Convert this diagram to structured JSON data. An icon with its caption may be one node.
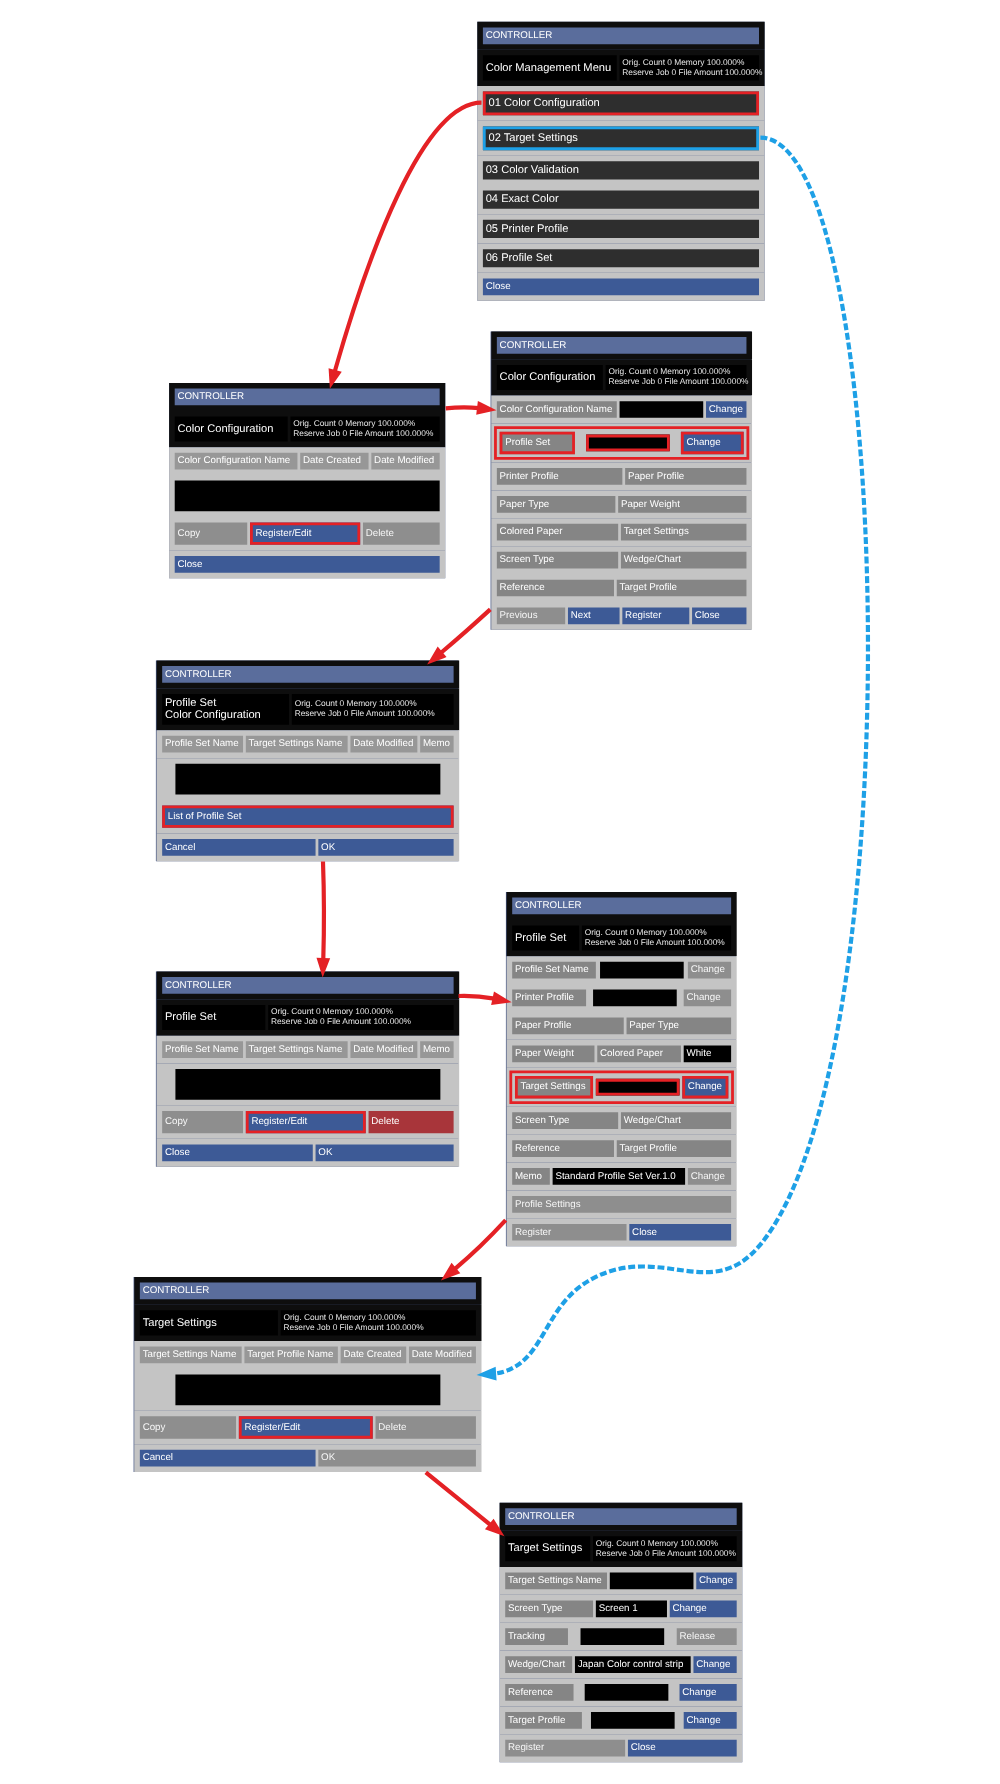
{
  "diagram": {
    "nodes": [
      {
        "text": [
          "CONTROLLER",
          "Color Management Menu",
          "Orig. Count 0 Memory 100.000%",
          "Reserve Job 0 File Amount 100.000%",
          "01 Color Configuration",
          "02 Target Settings",
          "03 Color Validation",
          "04 Exact Color",
          "05 Printer Profile",
          "06 Profile Set",
          "Close"
        ]
      },
      {
        "text": [
          "CONTROLLER",
          "Color Configuration",
          "Orig. Count 0 Memory 100.000%",
          "Reserve Job 0 File Amount 100.000%",
          "Color Configuration Name",
          "Date Created",
          "Date Modified",
          "Copy",
          "Register/Edit",
          "Delete",
          "Close"
        ]
      },
      {
        "text": [
          "CONTROLLER",
          "Color Configuration",
          "Orig. Count 0 Memory 100.000%",
          "Reserve Job 0 File Amount 100.000%",
          "Color Configuration Name",
          "Change",
          "Profile Set",
          "Change",
          "Printer Profile",
          "Paper Profile",
          "Paper Type",
          "Paper Weight",
          "Colored Paper",
          "Target Settings",
          "Screen Type",
          "Wedge/Chart",
          "Reference",
          "Target Profile",
          "Previous",
          "Next",
          "Register",
          "Close"
        ]
      },
      {
        "text": [
          "CONTROLLER",
          "Profile Set",
          "Color Configuration",
          "Orig. Count 0 Memory 100.000%",
          "Reserve Job 0 File Amount 100.000%",
          "Profile Set Name",
          "Target Settings Name",
          "Date Modified",
          "Memo",
          "List of Profile Set",
          "Cancel",
          "OK"
        ]
      },
      {
        "text": [
          "CONTROLLER",
          "Profile Set",
          "Orig. Count 0 Memory 100.000%",
          "Reserve Job 0 File Amount 100.000%",
          "Profile Set Name",
          "Target Settings Name",
          "Date Modified",
          "Memo",
          "Copy",
          "Register/Edit",
          "Delete",
          "Close",
          "OK"
        ]
      },
      {
        "text": [
          "CONTROLLER",
          "Profile Set",
          "Orig. Count 0 Memory 100.000%",
          "Reserve Job 0 File Amount 100.000%",
          "Profile Set Name",
          "Change",
          "Printer Profile",
          "Change",
          "Paper Profile",
          "Paper Type",
          "Paper Weight",
          "Colored Paper",
          "White",
          "Target Settings",
          "Change",
          "Screen Type",
          "Wedge/Chart",
          "Reference",
          "Target Profile",
          "Memo",
          "Standard Profile Set Ver.1.0",
          "Change",
          "Profile Settings",
          "Register",
          "Close"
        ]
      },
      {
        "text": [
          "CONTROLLER",
          "Target Settings",
          "Orig. Count 0 Memory 100.000%",
          "Reserve Job 0 File Amount 100.000%",
          "Target Settings Name",
          "Target Profile Name",
          "Date Created",
          "Date Modified",
          "Copy",
          "Register/Edit",
          "Delete",
          "Cancel",
          "OK"
        ]
      },
      {
        "text": [
          "CONTROLLER",
          "Target Settings",
          "Orig. Count 0 Memory 100.000%",
          "Reserve Job 0 File Amount 100.000%",
          "Target Settings Name",
          "Change",
          "Screen Type",
          "Screen 1",
          "Change",
          "Tracking",
          "Release",
          "Wedge/Chart",
          "Japan Color control strip",
          "Change",
          "Reference",
          "Change",
          "Target Profile",
          "Change",
          "Register",
          "Close"
        ]
      }
    ],
    "edges": [
      {
        "from": 0,
        "to": 1,
        "arrow": "to"
      },
      {
        "from": 1,
        "to": 2,
        "arrow": "to"
      },
      {
        "from": 2,
        "to": 3,
        "arrow": "to"
      },
      {
        "from": 3,
        "to": 4,
        "arrow": "to"
      },
      {
        "from": 4,
        "to": 5,
        "arrow": "to"
      },
      {
        "from": 5,
        "to": 6,
        "arrow": "to"
      },
      {
        "from": 6,
        "to": 7,
        "arrow": "to"
      },
      {
        "from": 0,
        "to": 6,
        "arrow": "to",
        "style": "dashed",
        "color": "#1ea0e6"
      }
    ]
  }
}
